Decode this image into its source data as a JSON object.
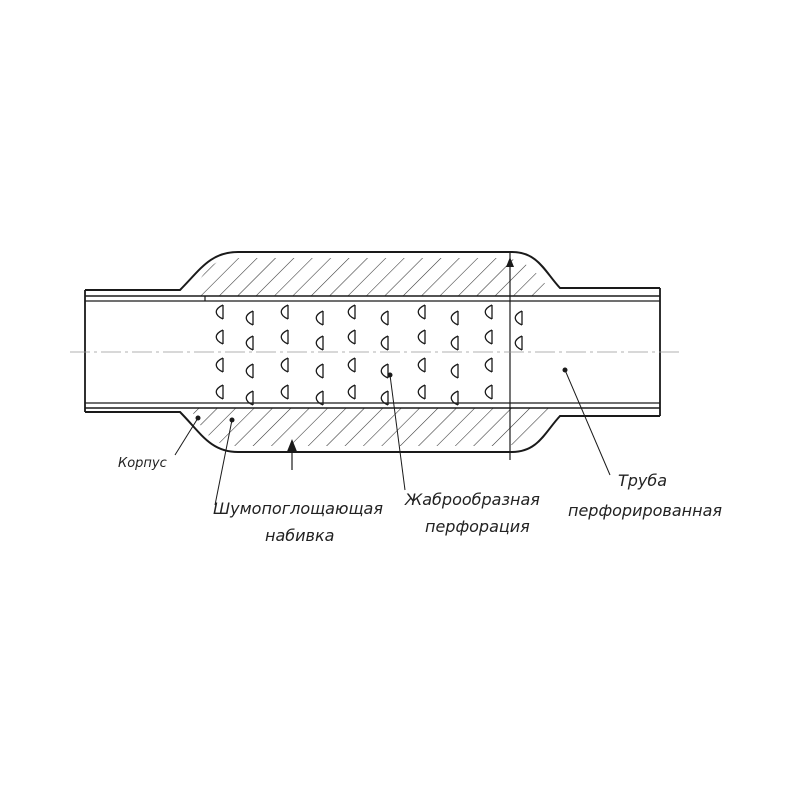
{
  "labels": {
    "housing": "Корпус",
    "packing_line1": "Шумопоглощающая",
    "packing_line2": "набивка",
    "perforation_line1": "Жаброобразная",
    "perforation_line2": "перфорация",
    "pipe_line1": "Труба",
    "pipe_line2": "перфорированная"
  },
  "colors": {
    "line": "#1a1a1a",
    "hatch": "#333333",
    "background": "#ffffff"
  }
}
